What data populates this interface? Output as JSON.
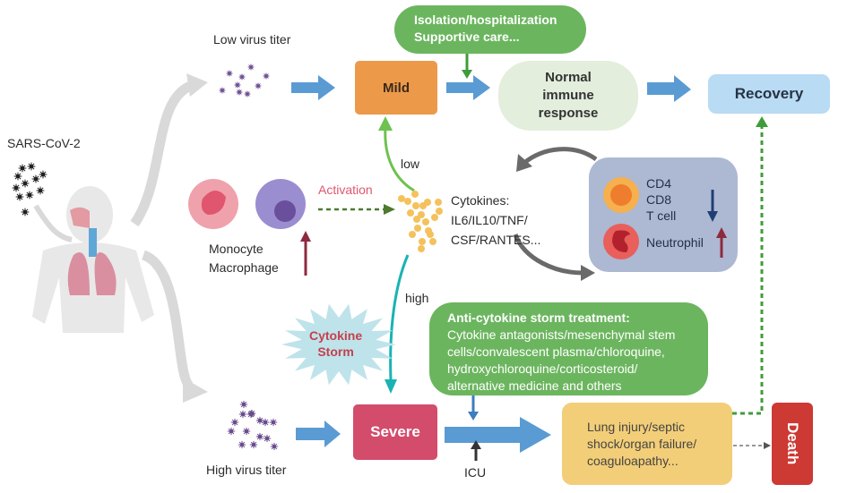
{
  "diagram": {
    "title": "SARS-CoV-2 infection, immune response and treatment pathways",
    "virus_label": "SARS-CoV-2",
    "low_titer_label": "Low virus titer",
    "high_titer_label": "High virus titer",
    "mild": "Mild",
    "severe": "Severe",
    "isolation": {
      "line1": "Isolation/hospitalization",
      "line2": "Supportive care..."
    },
    "normal_response": {
      "line1": "Normal",
      "line2": "immune",
      "line3": "response"
    },
    "recovery": "Recovery",
    "low_label": "low",
    "high_label": "high",
    "activation": "Activation",
    "monocyte": "Monocyte",
    "macrophage": "Macrophage",
    "cytokines": {
      "line1": "Cytokines:",
      "line2": "IL6/IL10/TNF/",
      "line3": "CSF/RANTES..."
    },
    "cells_panel": {
      "line1": "CD4",
      "line2": "CD8",
      "line3": "T cell",
      "neutrophil": "Neutrophil"
    },
    "cytokine_storm": {
      "line1": "Cytokine",
      "line2": "Storm"
    },
    "anti_treatment": {
      "title": "Anti-cytokine storm treatment:",
      "line1": "Cytokine antagonists/mesenchymal stem",
      "line2": "cells/convalescent plasma/chloroquine,",
      "line3": "hydroxychloroquine/corticosteroid/",
      "line4": "alternative medicine and others"
    },
    "icu": "ICU",
    "complications": {
      "line1": "Lung injury/septic",
      "line2": "shock/organ failure/",
      "line3": "coaguloapathy..."
    },
    "death": "Death",
    "colors": {
      "flow_arrow": "#5a9bd3",
      "mild": "#ec9a4a",
      "severe": "#d34c6b",
      "treatment": "#6cb55f",
      "recovery": "#b9dbf4",
      "death": "#cc3a33",
      "complications": "#f3ce78",
      "cells_panel": "#adb8d3",
      "up_arrow": "#8e2a3e",
      "down_arrow": "#1f3f73"
    }
  }
}
